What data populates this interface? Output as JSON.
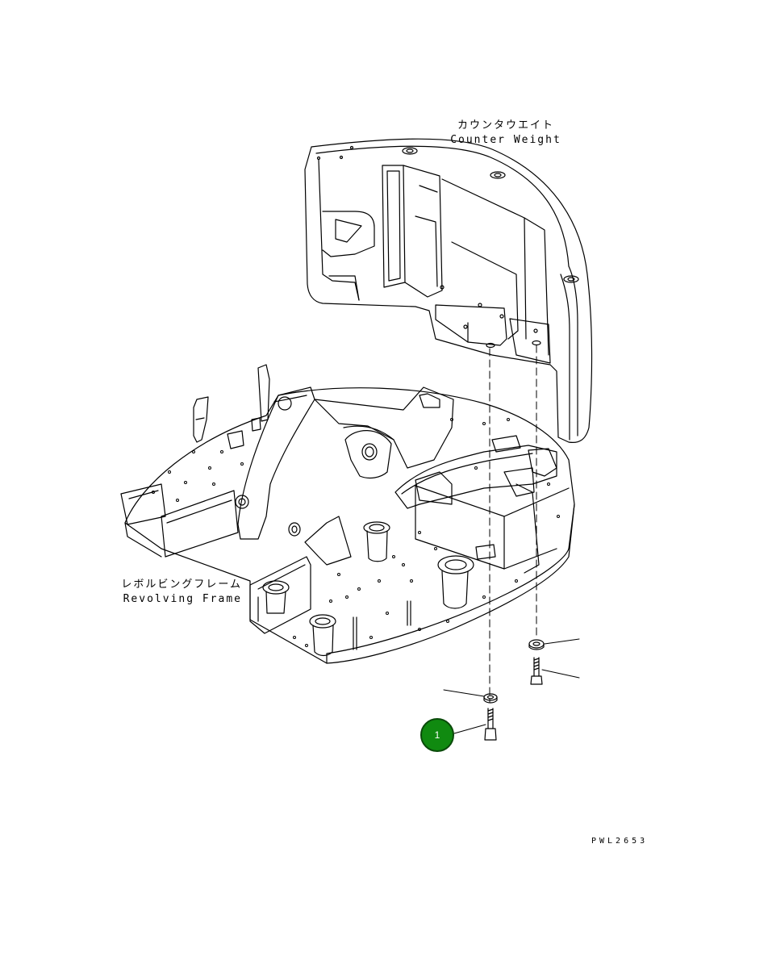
{
  "labels": {
    "counterweight_jp": "カウンタウエイト",
    "counterweight_en": "Counter Weight",
    "frame_jp": "レボルビングフレーム",
    "frame_en": "Revolving Frame"
  },
  "callouts": [
    {
      "number": "1",
      "color": "#108a10"
    }
  ],
  "drawing_id": "PWL2653"
}
